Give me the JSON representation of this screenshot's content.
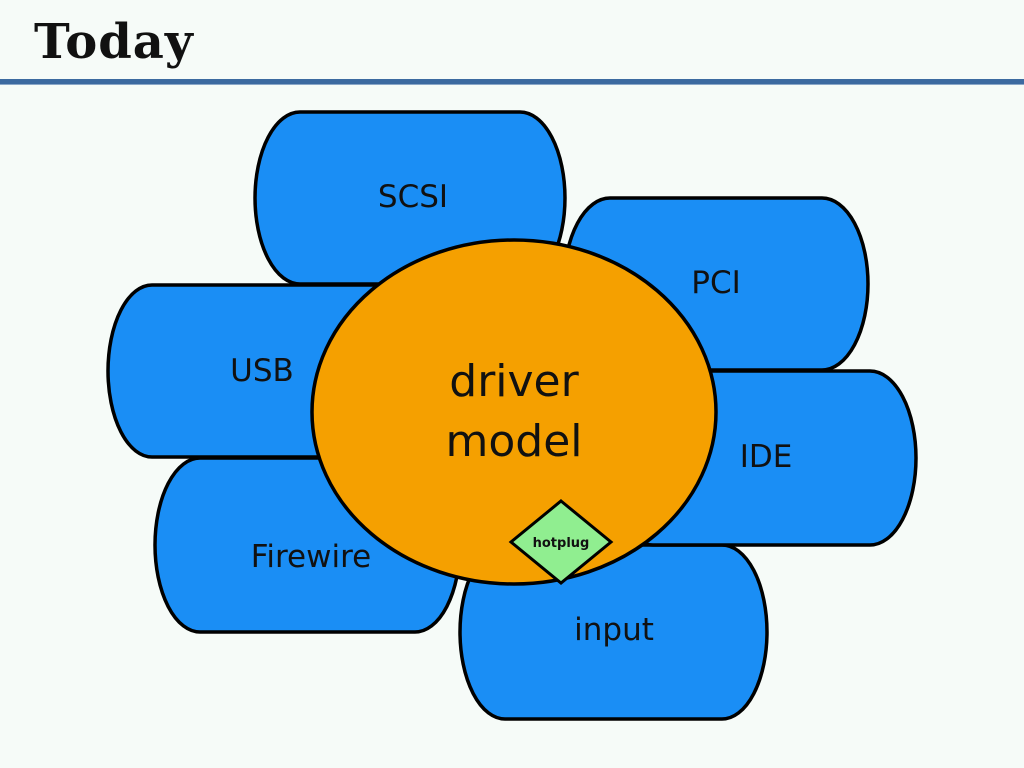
{
  "slide": {
    "title": "Today"
  },
  "diagram": {
    "center": {
      "label_line1": "driver",
      "label_line2": "model",
      "color": "#f5a000"
    },
    "subsystems": [
      "SCSI",
      "PCI",
      "USB",
      "IDE",
      "Firewire",
      "input"
    ],
    "subsystem_color": "#1a8ef5",
    "connector": {
      "label": "hotplug",
      "color": "#90ee90"
    }
  }
}
